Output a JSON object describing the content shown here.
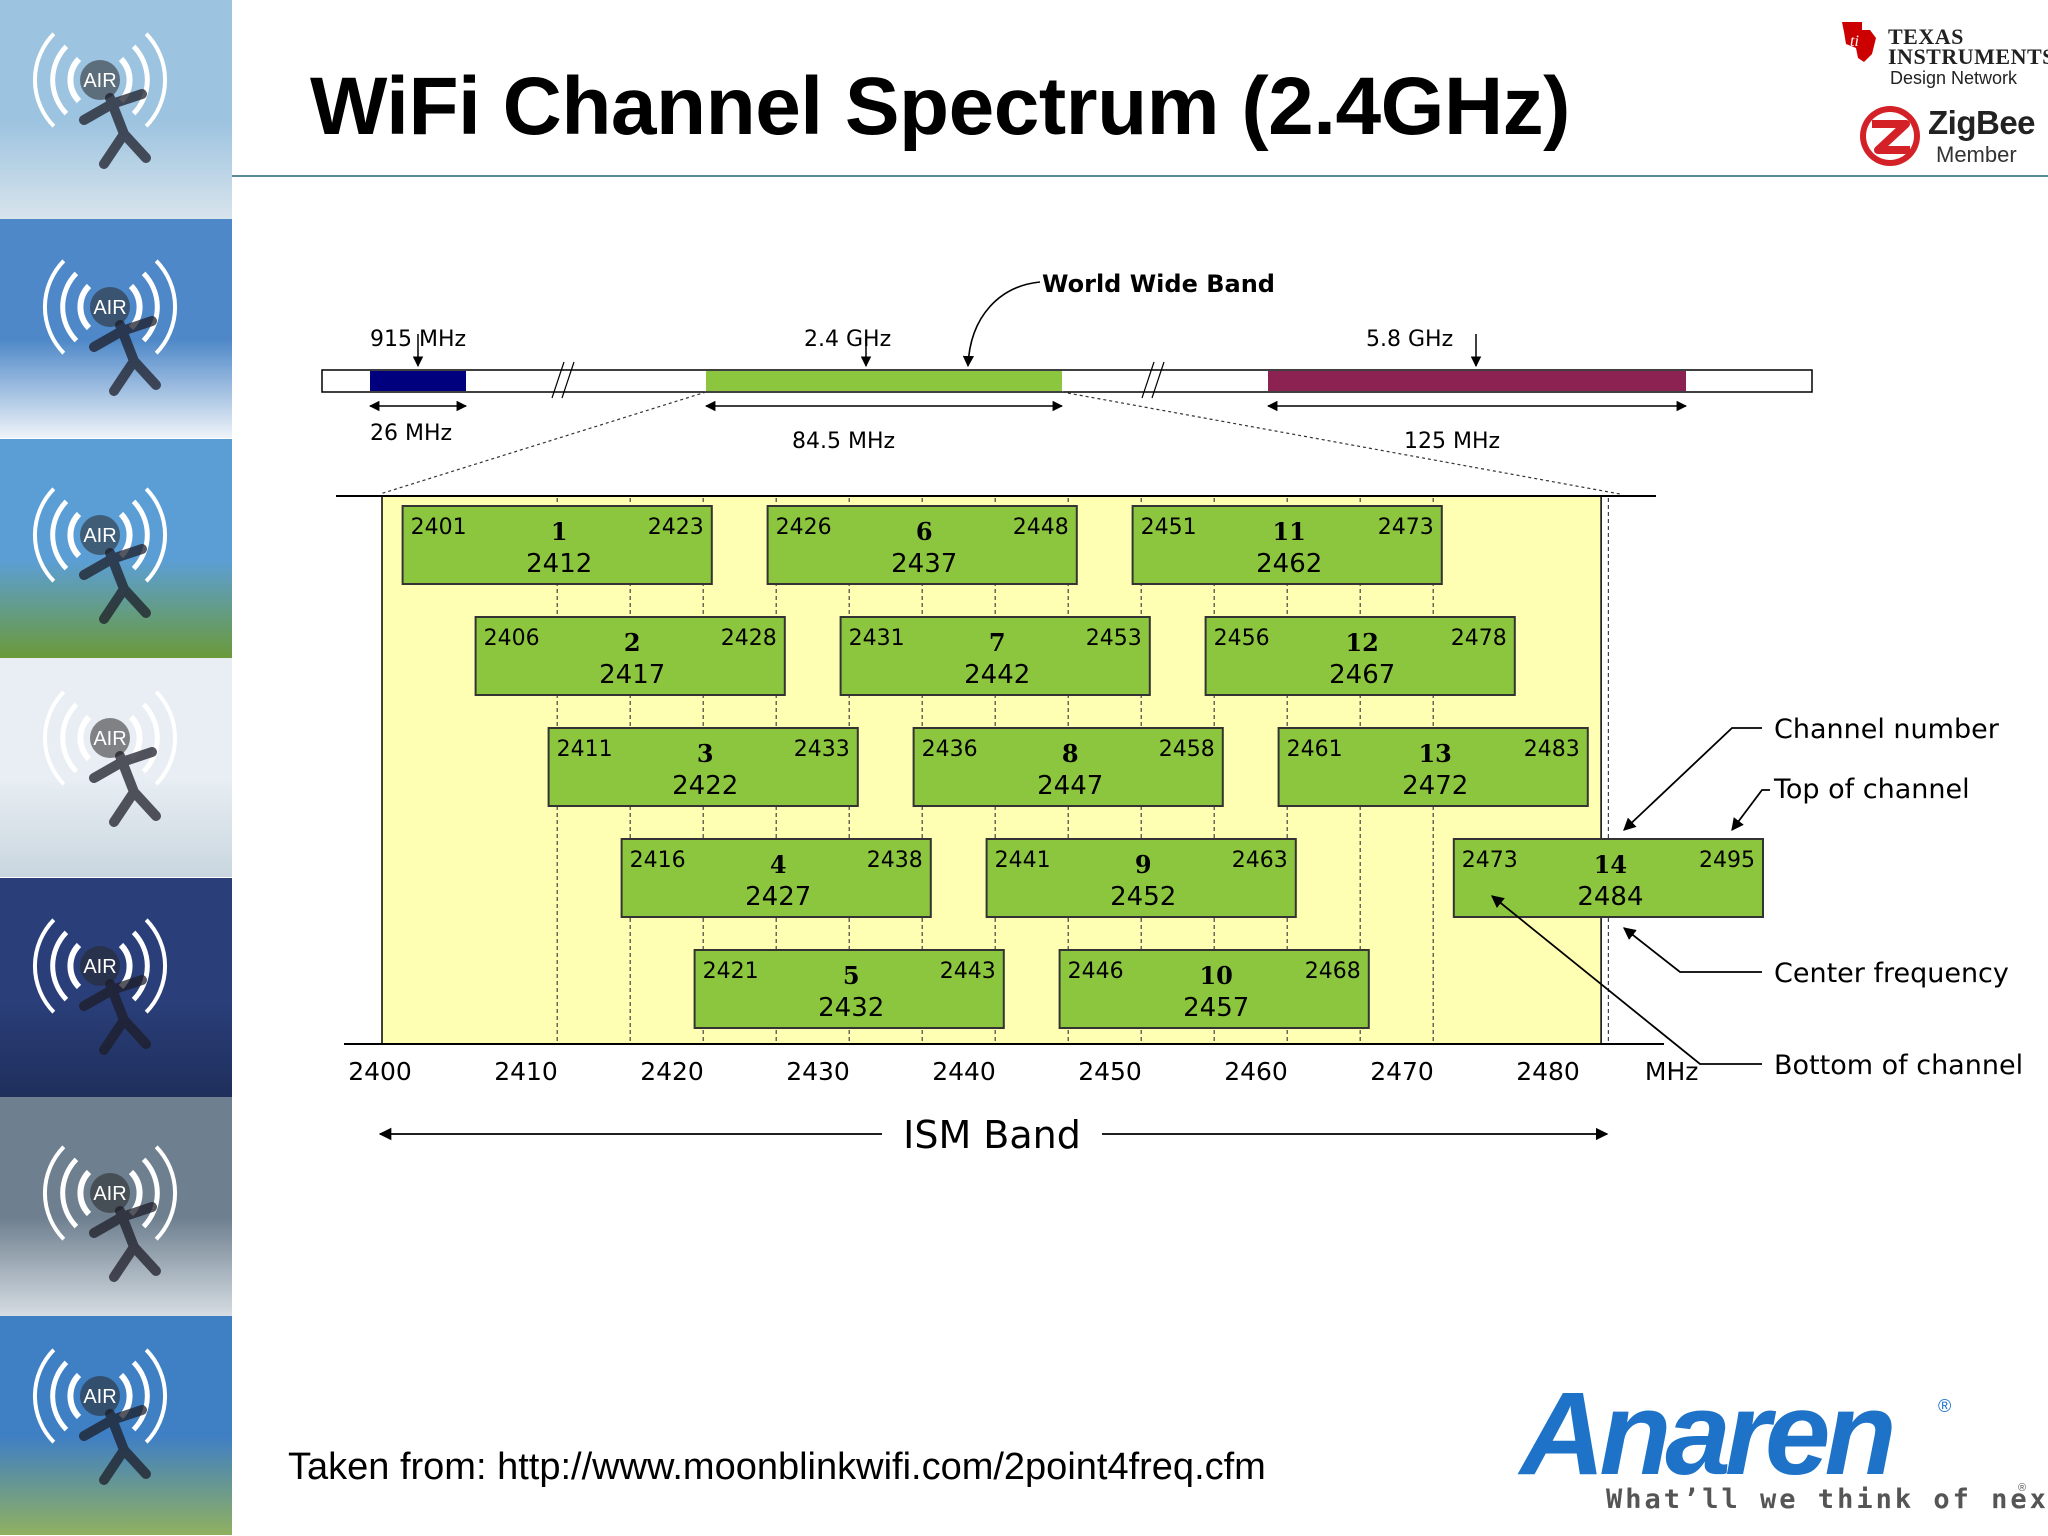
{
  "slide": {
    "title": "WiFi Channel Spectrum (2.4GHz)",
    "source": "Taken from:  http://www.moonblinkwifi.com/2point4freq.cfm"
  },
  "branding": {
    "ti_line1": "TEXAS",
    "ti_line2": "INSTRUMENTS",
    "ti_line3": "Design Network",
    "zigbee_word": "ZigBee",
    "zigbee_member": "Member",
    "anaren_word": "Anaren",
    "anaren_reg": "®",
    "anaren_tagline": "What’ll we think of next?",
    "anaren_tag_reg": "®",
    "air_badge": "AIR",
    "colors": {
      "anaren_blue": "#1e73c8",
      "ti_red": "#cc0000",
      "zigbee_red": "#d42027"
    }
  },
  "sidebar_tiles": [
    {
      "name": "skateboarder",
      "sky": "#9cc3e0",
      "ground": "#d8e4ec"
    },
    {
      "name": "skier-jump",
      "sky": "#4e88c8",
      "ground": "#eef3f8"
    },
    {
      "name": "mountain-biker",
      "sky": "#5b9ed6",
      "ground": "#6b9a3a"
    },
    {
      "name": "snowboarder",
      "sky": "#e8eef3",
      "ground": "#c9d6df"
    },
    {
      "name": "windsurfer",
      "sky": "#2a3f7a",
      "ground": "#1f2f5c"
    },
    {
      "name": "wakeboarder",
      "sky": "#6e7f8f",
      "ground": "#d6dde3"
    },
    {
      "name": "inline-skater",
      "sky": "#3f7fc4",
      "ground": "#90b060"
    }
  ],
  "band_overview": {
    "world_wide_band": "World Wide Band",
    "bands": [
      {
        "label": "915 MHz",
        "width_label": "26 MHz",
        "color": "#00007f"
      },
      {
        "label": "2.4 GHz",
        "width_label": "84.5 MHz",
        "color": "#8cc63f"
      },
      {
        "label": "5.8 GHz",
        "width_label": "125 MHz",
        "color": "#8b2252"
      }
    ]
  },
  "channels": [
    {
      "number": "1",
      "bottom": "2401",
      "center": "2412",
      "top": "2423"
    },
    {
      "number": "2",
      "bottom": "2406",
      "center": "2417",
      "top": "2428"
    },
    {
      "number": "3",
      "bottom": "2411",
      "center": "2422",
      "top": "2433"
    },
    {
      "number": "4",
      "bottom": "2416",
      "center": "2427",
      "top": "2438"
    },
    {
      "number": "5",
      "bottom": "2421",
      "center": "2432",
      "top": "2443"
    },
    {
      "number": "6",
      "bottom": "2426",
      "center": "2437",
      "top": "2448"
    },
    {
      "number": "7",
      "bottom": "2431",
      "center": "2442",
      "top": "2453"
    },
    {
      "number": "8",
      "bottom": "2436",
      "center": "2447",
      "top": "2458"
    },
    {
      "number": "9",
      "bottom": "2441",
      "center": "2452",
      "top": "2463"
    },
    {
      "number": "10",
      "bottom": "2446",
      "center": "2457",
      "top": "2468"
    },
    {
      "number": "11",
      "bottom": "2451",
      "center": "2462",
      "top": "2473"
    },
    {
      "number": "12",
      "bottom": "2456",
      "center": "2467",
      "top": "2478"
    },
    {
      "number": "13",
      "bottom": "2461",
      "center": "2472",
      "top": "2483"
    },
    {
      "number": "14",
      "bottom": "2473",
      "center": "2484",
      "top": "2495"
    }
  ],
  "axis": {
    "ticks": [
      "2400",
      "2410",
      "2420",
      "2430",
      "2440",
      "2450",
      "2460",
      "2470",
      "2480"
    ],
    "unit": "MHz",
    "ism_band": "ISM Band"
  },
  "legend": {
    "channel_number": "Channel number",
    "top_of_channel": "Top of channel",
    "center_frequency": "Center frequency",
    "bottom_of_channel": "Bottom of channel"
  },
  "colors": {
    "channel_fill": "#8cc63f",
    "ism_fill": "#ffffb4",
    "channel_border": "#333333"
  }
}
